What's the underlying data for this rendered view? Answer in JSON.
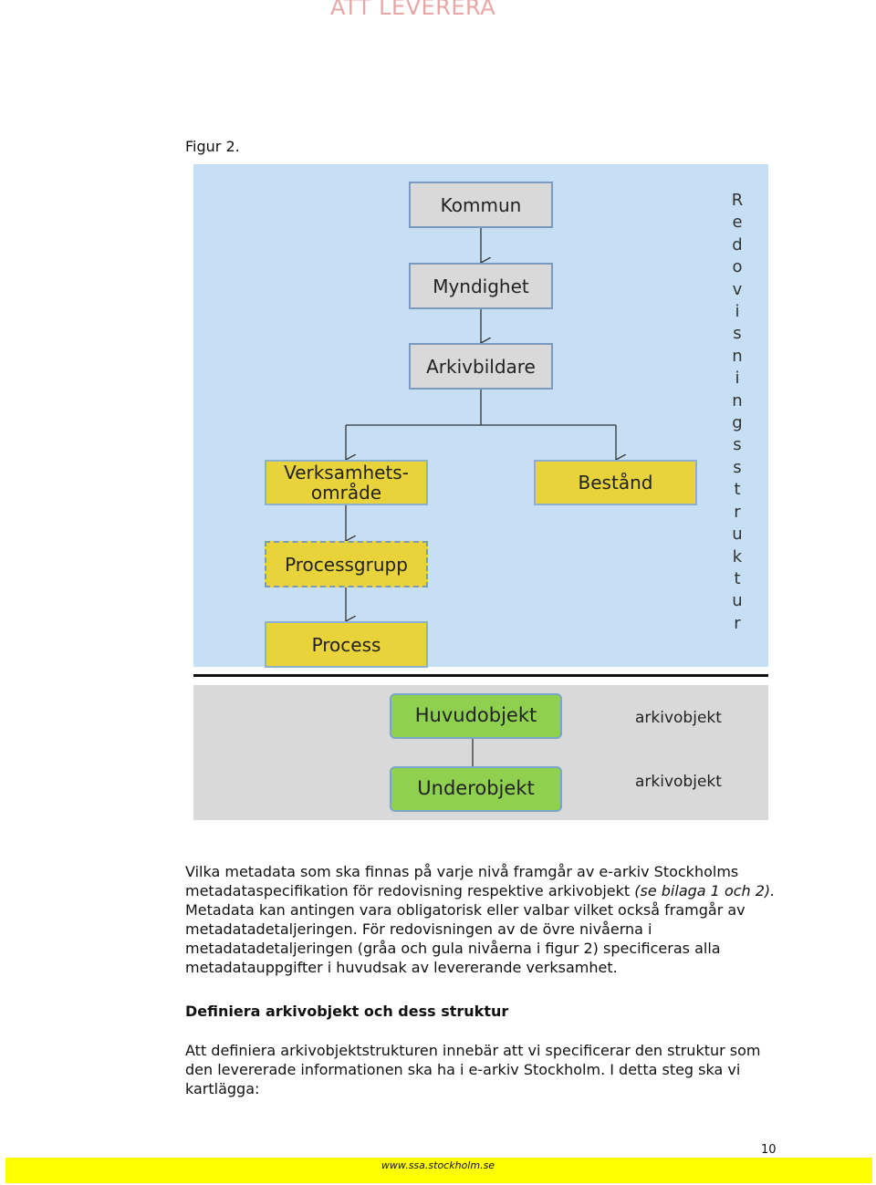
{
  "header": {
    "title": "ATT LEVERERA"
  },
  "figure": {
    "caption": "Figur 2.",
    "boxes": {
      "kommun": "Kommun",
      "myndighet": "Myndighet",
      "arkivbildare": "Arkivbildare",
      "verksamhetsomrade_line1": "Verksamhets-",
      "verksamhetsomrade_line2": "område",
      "bestand": "Bestånd",
      "processgrupp": "Processgrupp",
      "process": "Process",
      "huvudobjekt": "Huvudobjekt",
      "underobjekt": "Underobjekt"
    },
    "labels": {
      "arkivobjekt_1": "arkivobjekt",
      "arkivobjekt_2": "arkivobjekt"
    },
    "vertical_label": "Redovisningsstruktur"
  },
  "body": {
    "para1_part1": "Vilka metadata som ska finnas på varje nivå framgår av e-arkiv Stockholms metadataspecifikation för redovisning respektive arkivobjekt ",
    "para1_italic": "(se bilaga 1 och 2).",
    "para1_part2": " Metadata kan antingen vara obligatorisk eller valbar vilket också framgår av metadatadetaljeringen. För redovisningen av de övre nivåerna i metadatadetaljeringen (gråa och gula nivåerna i figur 2) specificeras alla metadatauppgifter i huvudsak av levererande verksamhet.",
    "heading": "Definiera arkivobjekt och dess struktur",
    "para2": "Att definiera arkivobjektstrukturen innebär att vi specificerar den struktur som den levererade informationen ska ha i e-arkiv Stockholm. I detta steg ska vi kartlägga:"
  },
  "footer": {
    "page_number": "10",
    "url": "www.ssa.stockholm.se"
  }
}
